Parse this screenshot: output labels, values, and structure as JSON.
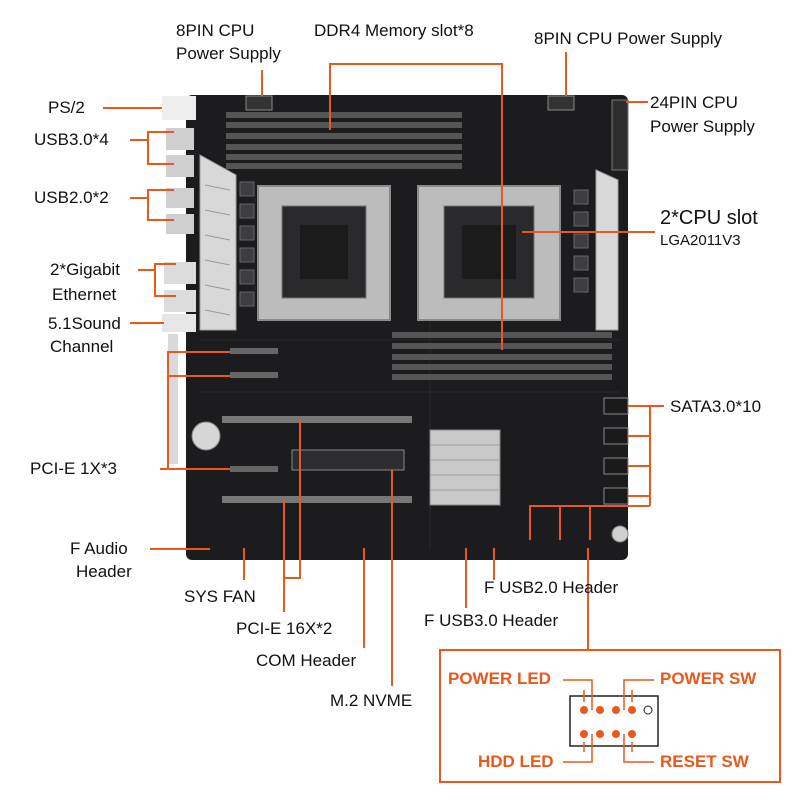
{
  "labels": {
    "cpu8_left_line1": "8PIN CPU",
    "cpu8_left_line2": "Power Supply",
    "ddr4": "DDR4 Memory slot*8",
    "cpu8_right": "8PIN CPU Power Supply",
    "ps2": "PS/2",
    "usb30": "USB3.0*4",
    "usb20": "USB2.0*2",
    "gigabit_line1": "2*Gigabit",
    "gigabit_line2": "Ethernet",
    "sound_line1": "5.1Sound",
    "sound_line2": "Channel",
    "cpu24_line1": "24PIN CPU",
    "cpu24_line2": "Power Supply",
    "cpu_slot": "2*CPU slot",
    "cpu_socket": "LGA2011V3",
    "sata": "SATA3.0*10",
    "pcie1x": "PCI-E 1X*3",
    "faudio_line1": "F Audio",
    "faudio_line2": "Header",
    "sysfan": "SYS FAN",
    "pcie16x": "PCI-E 16X*2",
    "com": "COM Header",
    "m2": "M.2 NVME",
    "fusb20": "F USB2.0 Header",
    "fusb30": "F USB3.0 Header"
  },
  "panel_header": {
    "power_led": "POWER LED",
    "power_sw": "POWER SW",
    "hdd_led": "HDD  LED",
    "reset_sw": "RESET SW"
  },
  "colors": {
    "accent": "#e8591b",
    "pcb": "#1c1c1e",
    "heatsink": "#d6d6d6",
    "socket": "#bfbfbf"
  }
}
